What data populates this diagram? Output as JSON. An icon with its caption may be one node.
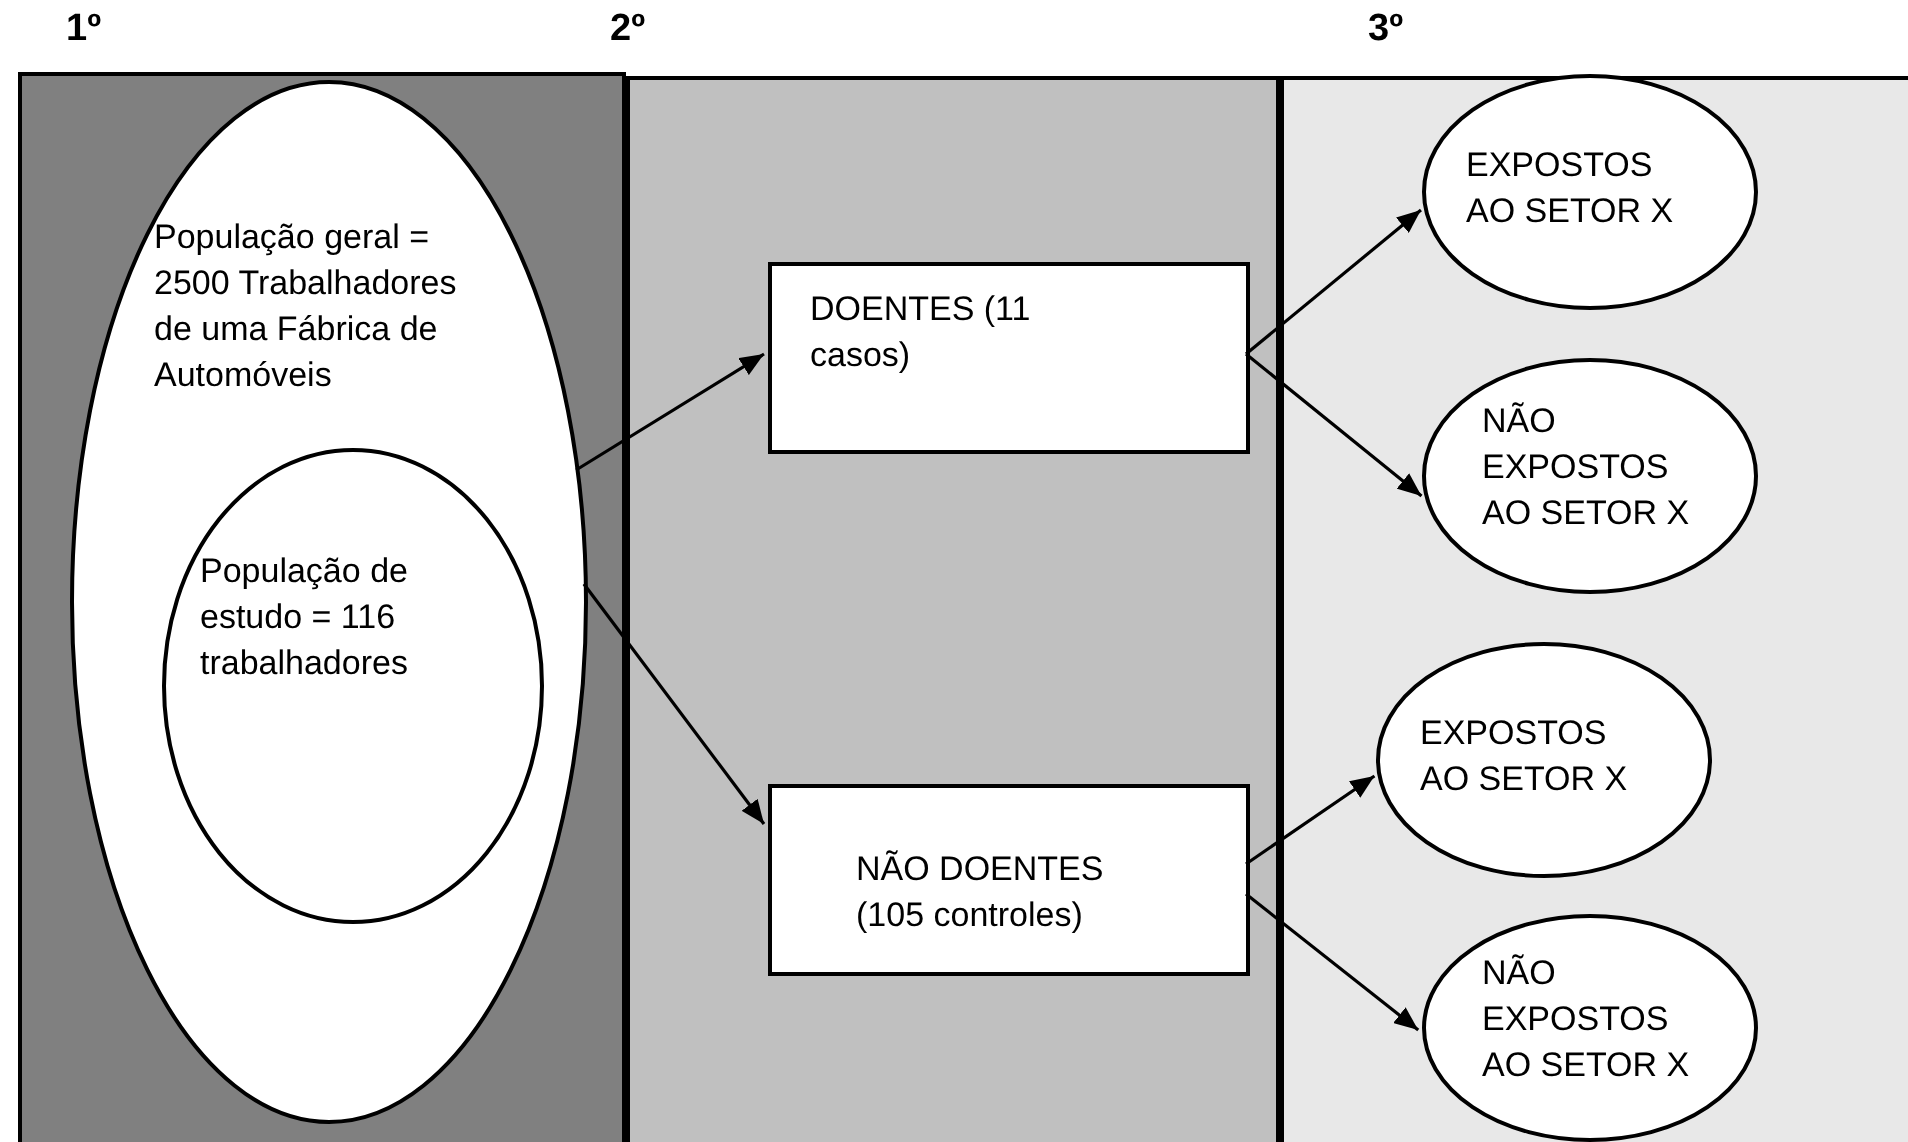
{
  "diagram": {
    "nodes": [
      {
        "text": [
          "1º"
        ]
      },
      {
        "text": [
          "População geral = 2500 Trabalhadores de uma Fábrica de Automóveis"
        ],
        "in": 0
      },
      {
        "text": [
          "População de estudo = 116 trabalhadores"
        ],
        "in": 1
      },
      {
        "text": [
          "2º"
        ]
      },
      {
        "text": [
          "DOENTES (11 casos)"
        ],
        "in": 3
      },
      {
        "text": [
          "NÃO DOENTES (105 controles)"
        ],
        "in": 3
      },
      {
        "text": [
          "3º"
        ]
      },
      {
        "text": [
          "EXPOSTOS AO SETOR X"
        ],
        "in": 6
      },
      {
        "text": [
          "NÃO EXPOSTOS AO SETOR X"
        ],
        "in": 6
      },
      {
        "text": [
          "EXPOSTOS AO SETOR X"
        ],
        "in": 6
      },
      {
        "text": [
          "NÃO EXPOSTOS AO SETOR X"
        ],
        "in": 6
      }
    ],
    "edges": [
      {
        "from": 1,
        "to": 4,
        "arrow": "to"
      },
      {
        "from": 1,
        "to": 5,
        "arrow": "to"
      },
      {
        "from": 4,
        "to": 7,
        "arrow": "to"
      },
      {
        "from": 4,
        "to": 8,
        "arrow": "to"
      },
      {
        "from": 5,
        "to": 9,
        "arrow": "to"
      },
      {
        "from": 5,
        "to": 10,
        "arrow": "to"
      }
    ]
  }
}
